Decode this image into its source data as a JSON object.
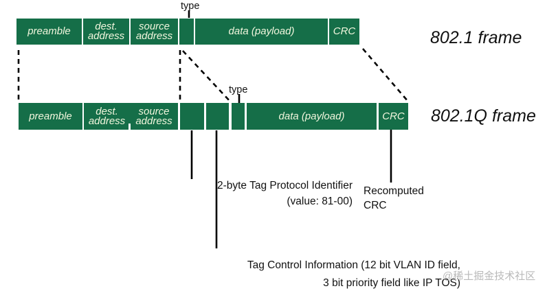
{
  "colors": {
    "frame_green": "#156e48",
    "cell_text": "#f1f6dd",
    "line_black": "#000000",
    "watermark_gray": "#b9b9b9"
  },
  "top_frame": {
    "title": "802.1 frame",
    "type_label": "type",
    "cells": [
      {
        "name": "preamble",
        "label": "preamble"
      },
      {
        "name": "dest-address",
        "label": "dest.\naddress"
      },
      {
        "name": "source-address",
        "label": "source\naddress"
      },
      {
        "name": "type-field",
        "label": ""
      },
      {
        "name": "data-payload",
        "label": "data (payload)"
      },
      {
        "name": "crc",
        "label": "CRC"
      }
    ]
  },
  "bottom_frame": {
    "title": "802.1Q frame",
    "type_label": "type",
    "cells": [
      {
        "name": "preamble",
        "label": "preamble"
      },
      {
        "name": "dest-address",
        "label": "dest.\naddress"
      },
      {
        "name": "source-address",
        "label": "source\naddress"
      },
      {
        "name": "tag-protocol-identifier",
        "label": ""
      },
      {
        "name": "tag-control-information",
        "label": ""
      },
      {
        "name": "type-field",
        "label": ""
      },
      {
        "name": "data-payload",
        "label": "data (payload)"
      },
      {
        "name": "crc",
        "label": "CRC"
      }
    ]
  },
  "annotations": {
    "tpid": "2-byte Tag Protocol Identifier\n(value: 81-00)",
    "recomputed_crc": "Recomputed\nCRC",
    "tci": "Tag Control Information (12 bit VLAN ID field,\n3 bit priority field like IP TOS)"
  },
  "watermark": "@稀土掘金技术社区"
}
